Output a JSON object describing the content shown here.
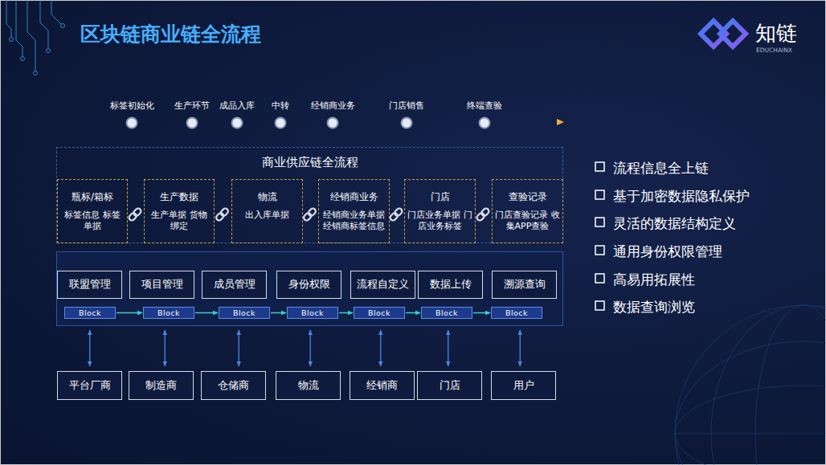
{
  "diagram": {
    "title": "区块链商业链全流程",
    "nodes": [
      {
        "text": [
          "商业供应链全流程"
        ]
      },
      {
        "text": [
          "瓶标/箱标",
          "标签信息 标签单据"
        ],
        "in": 0
      },
      {
        "text": [
          "生产数据",
          "生产单据 货物绑定"
        ],
        "in": 0
      },
      {
        "text": [
          "物流",
          "出入库单据"
        ],
        "in": 0
      },
      {
        "text": [
          "经销商业务",
          "经销商业务单据 经销商标签信息"
        ],
        "in": 0
      },
      {
        "text": [
          "门店",
          "门店业务单据 门店业务标签"
        ],
        "in": 0
      },
      {
        "text": [
          "查验记录",
          "门店查验记录 收集APP查验"
        ],
        "in": 0
      },
      {
        "text": [
          "联盟管理"
        ]
      },
      {
        "text": [
          "项目管理"
        ]
      },
      {
        "text": [
          "成员管理"
        ]
      },
      {
        "text": [
          "身份权限"
        ]
      },
      {
        "text": [
          "流程自定义"
        ]
      },
      {
        "text": [
          "数据上传"
        ]
      },
      {
        "text": [
          "溯源查询"
        ]
      },
      {
        "text": [
          "Block"
        ]
      },
      {
        "text": [
          "Block"
        ]
      },
      {
        "text": [
          "Block"
        ]
      },
      {
        "text": [
          "Block"
        ]
      },
      {
        "text": [
          "Block"
        ]
      },
      {
        "text": [
          "Block"
        ]
      },
      {
        "text": [
          "Block"
        ]
      },
      {
        "text": [
          "平台厂商"
        ]
      },
      {
        "text": [
          "制造商"
        ]
      },
      {
        "text": [
          "仓储商"
        ]
      },
      {
        "text": [
          "物流"
        ]
      },
      {
        "text": [
          "经销商"
        ]
      },
      {
        "text": [
          "门店"
        ]
      },
      {
        "text": [
          "用户"
        ]
      }
    ],
    "edges": [
      {
        "from": 14,
        "to": 15,
        "arrow": "to"
      },
      {
        "from": 15,
        "to": 16,
        "arrow": "to"
      },
      {
        "from": 16,
        "to": 17,
        "arrow": "to"
      },
      {
        "from": 17,
        "to": 18,
        "arrow": "to"
      },
      {
        "from": 18,
        "to": 19,
        "arrow": "to"
      },
      {
        "from": 19,
        "to": 20,
        "arrow": "to"
      },
      {
        "from": 14,
        "to": 21,
        "arrow": "both"
      },
      {
        "from": 15,
        "to": 22,
        "arrow": "both"
      },
      {
        "from": 16,
        "to": 23,
        "arrow": "both"
      },
      {
        "from": 17,
        "to": 24,
        "arrow": "both"
      },
      {
        "from": 18,
        "to": 25,
        "arrow": "both"
      },
      {
        "from": 19,
        "to": 26,
        "arrow": "both"
      },
      {
        "from": 20,
        "to": 27,
        "arrow": "both"
      }
    ],
    "labels": [
      "标签初始化",
      "生产环节",
      "成品入库",
      "中转",
      "经销商业务",
      "门店销售",
      "终端查验",
      "知链",
      "EDUCHAINX",
      "流程信息全上链",
      "基于加密数据隐私保护",
      "灵活的数据结构定义",
      "通用身份权限管理",
      "高易用拓展性",
      "数据查询浏览"
    ]
  }
}
